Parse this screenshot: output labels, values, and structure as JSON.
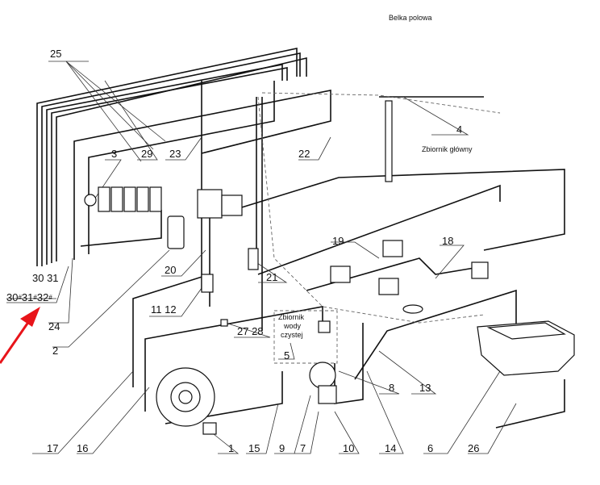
{
  "diagram": {
    "type": "exploded parts diagram - sprayer plumbing",
    "annotations": {
      "belka": "Belka polowa",
      "zbiornik_glowny": "Zbiornik główny",
      "zbiornik_wody_1": "Zbiornik",
      "zbiornik_wody_2": "wody",
      "zbiornik_wody_3": "czystej"
    },
    "labels": {
      "l1": "1",
      "l2": "2",
      "l3": "3",
      "l4": "4",
      "l5": "5",
      "l6": "6",
      "l7": "7",
      "l8": "8",
      "l9": "9",
      "l10": "10",
      "l1112": "11 12",
      "l13": "13",
      "l14": "14",
      "l15": "15",
      "l16": "16",
      "l17": "17",
      "l18": "18",
      "l19": "19",
      "l20": "20",
      "l21": "21",
      "l22": "22",
      "l23": "23",
      "l24": "24",
      "l25": "25",
      "l26": "26",
      "l2728": "27 28",
      "l29": "29",
      "l3031": "30 31",
      "l30h": "30",
      "l31h": "31",
      "l32h": "32",
      "hash": "#"
    },
    "highlight": {
      "arrow_color": "#e8141a",
      "target": "30# 31# 32#"
    }
  }
}
